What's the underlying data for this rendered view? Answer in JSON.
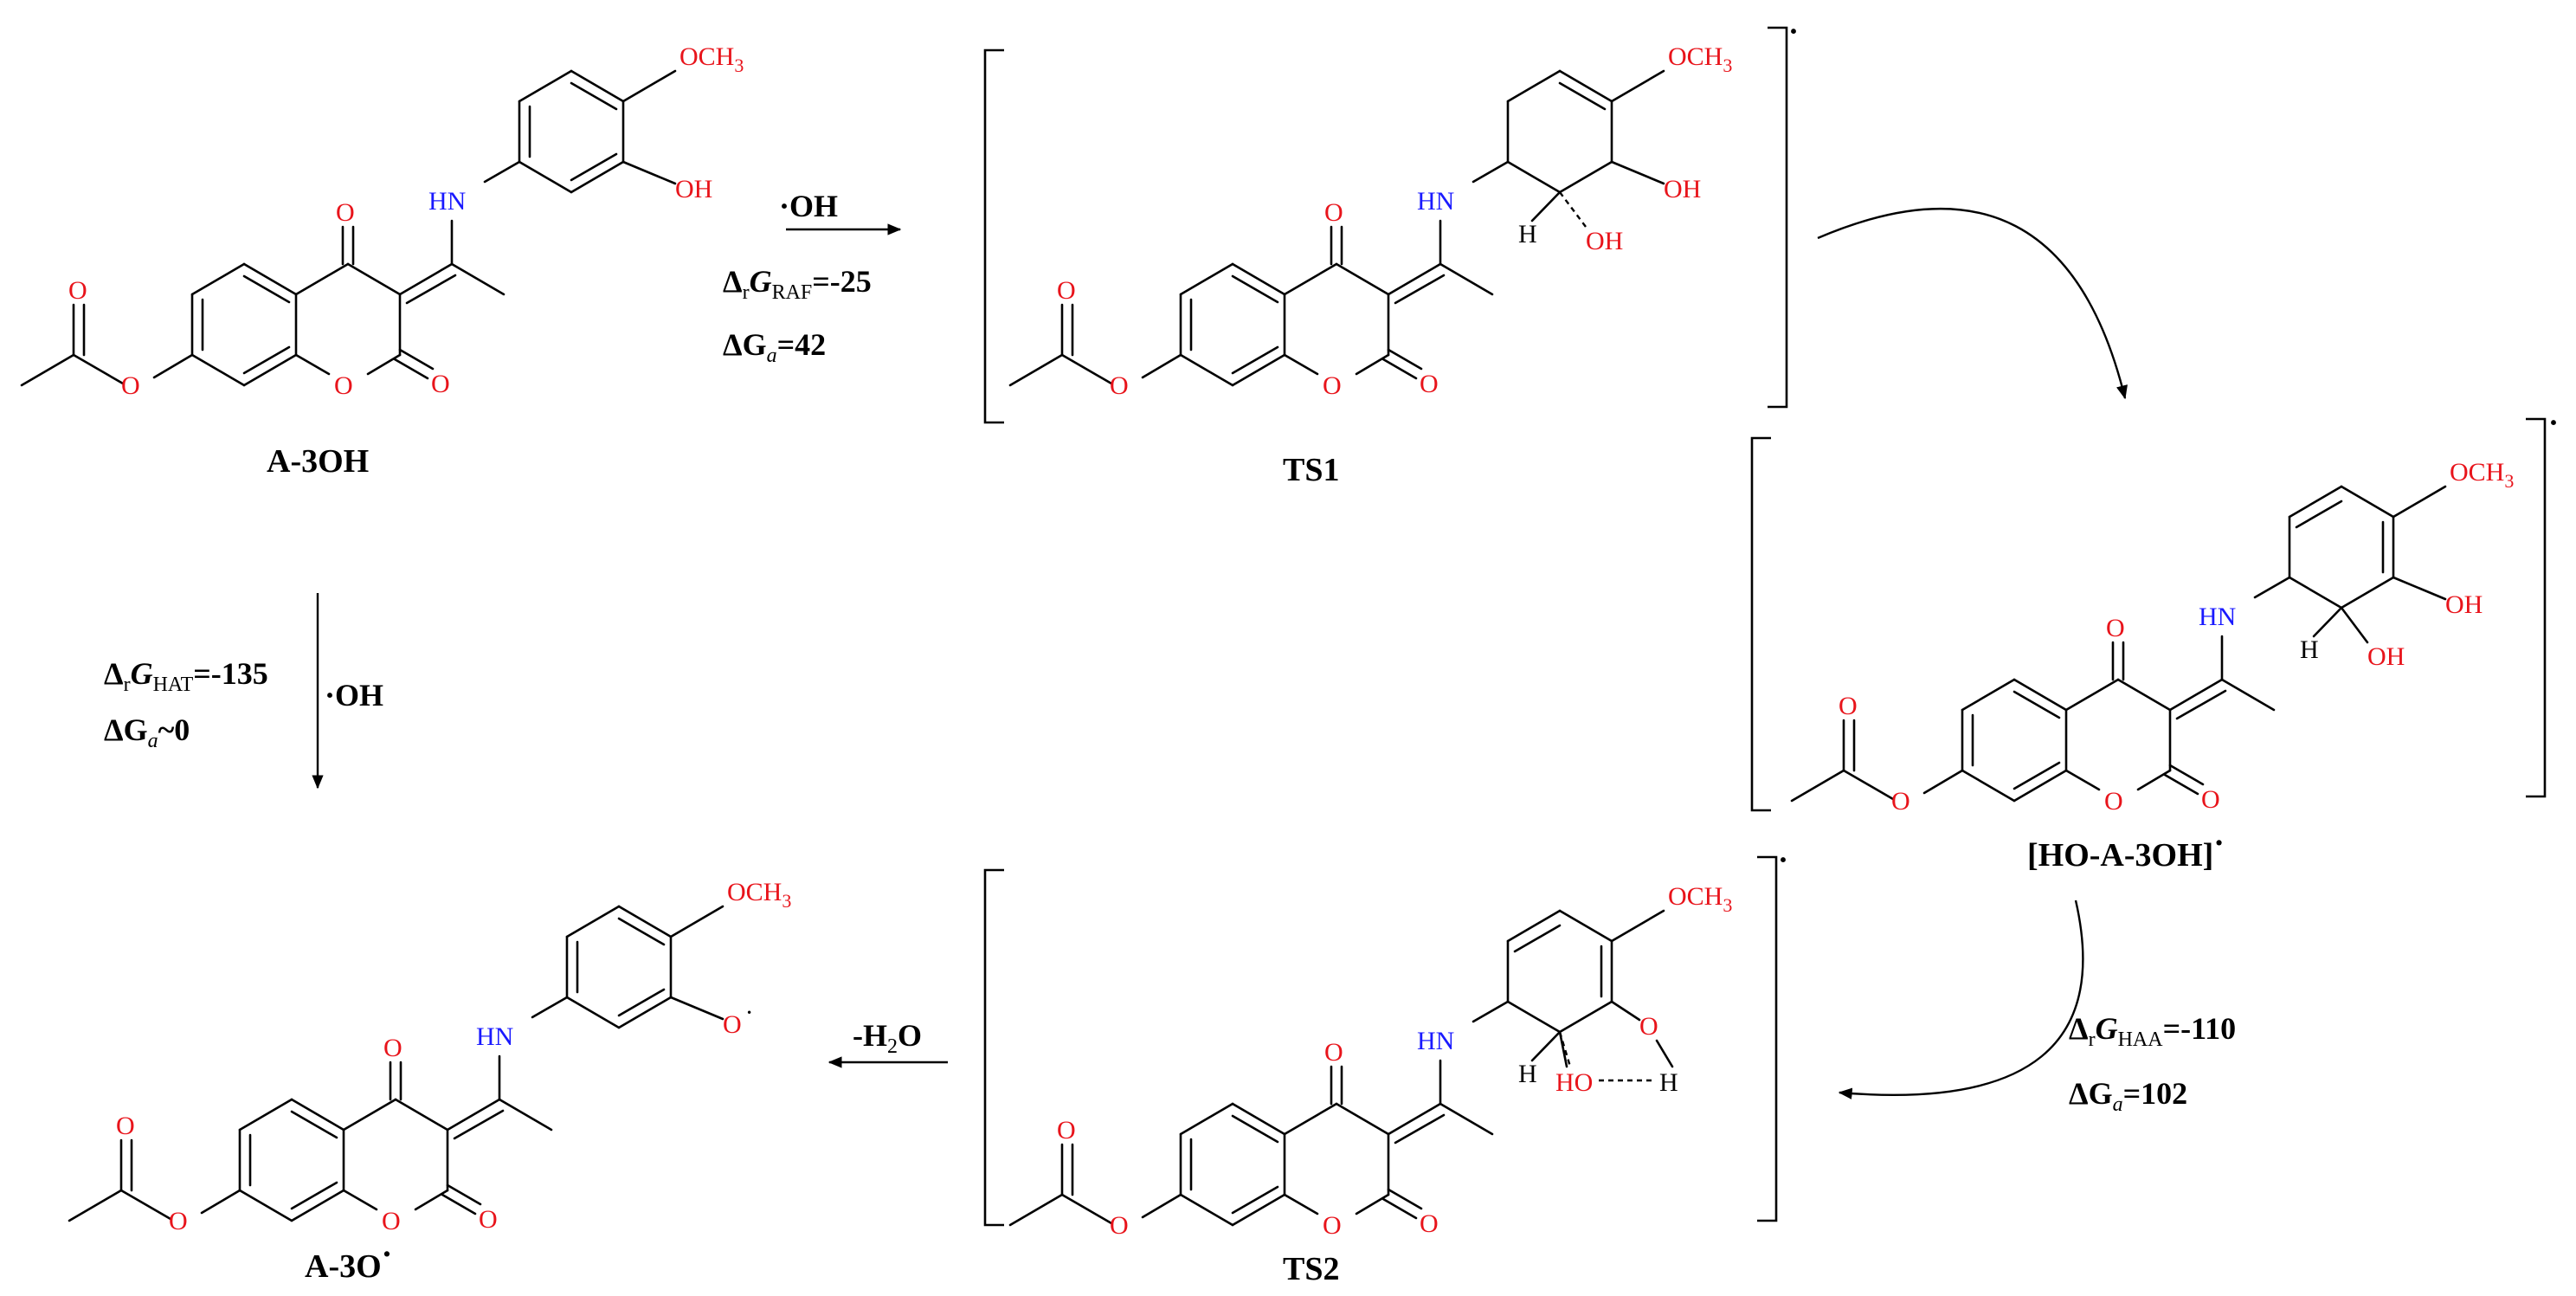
{
  "atoms": {
    "O": "O",
    "HN": "HN",
    "OH": "OH",
    "H": "H",
    "HO": "HO",
    "OCH3": "OCH3",
    "OCH3_main": "OCH",
    "OCH3_sub": "3"
  },
  "labels": {
    "reactant": "A-3OH",
    "ts1": "TS1",
    "adduct": "[HO-A-3OH]",
    "ts2": "TS2",
    "product": "A-3O",
    "radical_dot": "·"
  },
  "arrows": {
    "raf": {
      "reagent": "·OH",
      "dg_r_prefix": "Δ",
      "dg_r_r": "r",
      "dg_r_G": "G",
      "dg_r_sub": "RAF",
      "dg_r_value": "=-25",
      "dg_a_prefix": "ΔG",
      "dg_a_a": "a",
      "dg_a_value": "=42"
    },
    "hat": {
      "reagent": "·OH",
      "dg_r_prefix": "Δ",
      "dg_r_r": "r",
      "dg_r_G": "G",
      "dg_r_sub": "HAT",
      "dg_r_value": "=-135",
      "dg_a_prefix": "ΔG",
      "dg_a_a": "a",
      "dg_a_value": "~0"
    },
    "haa": {
      "dg_r_prefix": "Δ",
      "dg_r_r": "r",
      "dg_r_G": "G",
      "dg_r_sub": "HAA",
      "dg_r_value": "=-110",
      "dg_a_prefix": "ΔG",
      "dg_a_a": "a",
      "dg_a_value": "=102"
    },
    "elim": {
      "text_prefix": "-H",
      "text_sub": "2",
      "text_suffix": "O"
    }
  },
  "colors": {
    "oxygen": "#e8141b",
    "nitrogen": "#1a1aff",
    "bond": "#000000"
  }
}
